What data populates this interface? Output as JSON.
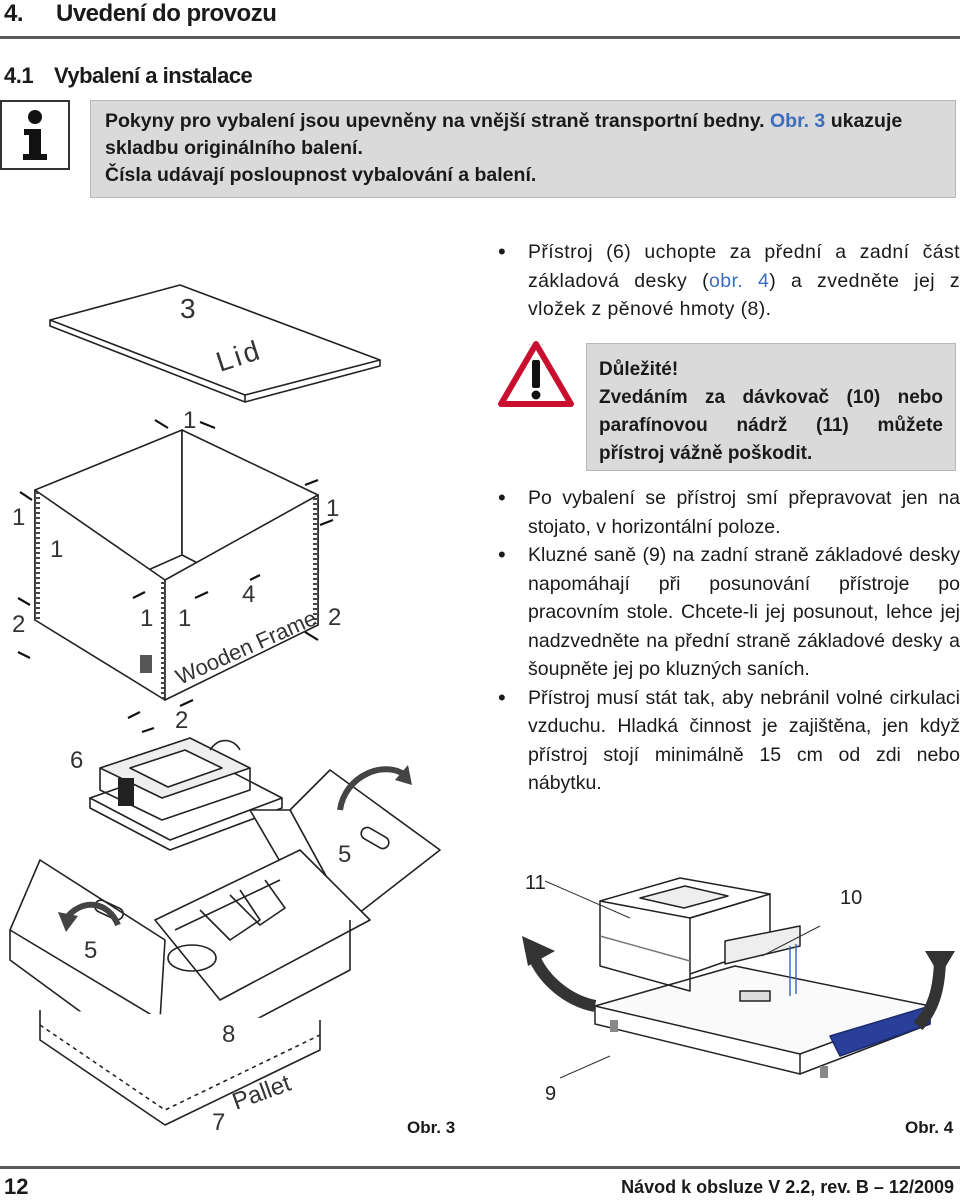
{
  "heading": {
    "number": "4.",
    "title": "Uvedení do provozu"
  },
  "subheading": {
    "number": "4.1",
    "title": "Vybalení a instalace"
  },
  "info": {
    "text_a": "Pokyny pro vybalení jsou upevněny na vnější straně transportní bedny.",
    "ref": "Obr. 3",
    "text_b": "ukazuje skladbu originálního balení.",
    "text_c": "Čísla udávají posloupnost vybalování a balení."
  },
  "bullet1": {
    "a": "Přístroj (6) uchopte za přední a zadní část základová desky (",
    "ref": "obr. 4",
    "b": ") a zvedněte jej z vložek z pěnové hmoty (8)."
  },
  "warning": {
    "title": "Důležité!",
    "text": "Zvedáním za dávkovač (10) nebo parafínovou nádrž (11) můžete přístroj vážně poškodit."
  },
  "bullets2": [
    "Po vybalení se přístroj smí přepravovat jen na stojato, v horizontální poloze.",
    "Kluzné saně (9) na zadní straně základové desky napomáhají při posunování přístroje po pracovním stole. Chcete-li jej posunout, lehce jej nadzvedněte na přední straně základové desky a šoupněte jej po kluzných saních.",
    "Přístroj musí stát tak, aby nebránil volné cirkulaci vzduchu. Hladká činnost je zajištěna, jen když přístroj stojí minimálně 15 cm od zdi nebo nábytku."
  ],
  "figure3": {
    "caption": "Obr. 3",
    "labels": {
      "n3": "3",
      "lid": "Lid",
      "n1a": "1",
      "n1b": "1",
      "n1c": "1",
      "n1d": "1",
      "n1e": "1",
      "n1f": "1",
      "n2a": "2",
      "n2b": "2",
      "n2c": "2",
      "n4": "4",
      "frame": "Wooden Frame",
      "n6": "6",
      "n5a": "5",
      "n5b": "5",
      "n8": "8",
      "n7": "7",
      "pallet": "Pallet"
    }
  },
  "figure4": {
    "caption": "Obr. 4",
    "labels": {
      "n11": "11",
      "n10": "10",
      "n9": "9"
    }
  },
  "footer": {
    "page": "12",
    "doc": "Návod k obsluze V 2.2, rev. B – 12/2009"
  },
  "colors": {
    "reference": "#3b6dbf",
    "box_bg": "#dadada",
    "warning_red": "#c8102e",
    "rule": "#5a5a5a"
  },
  "icons": {
    "info": "info-icon",
    "warning": "warning-triangle-icon"
  }
}
